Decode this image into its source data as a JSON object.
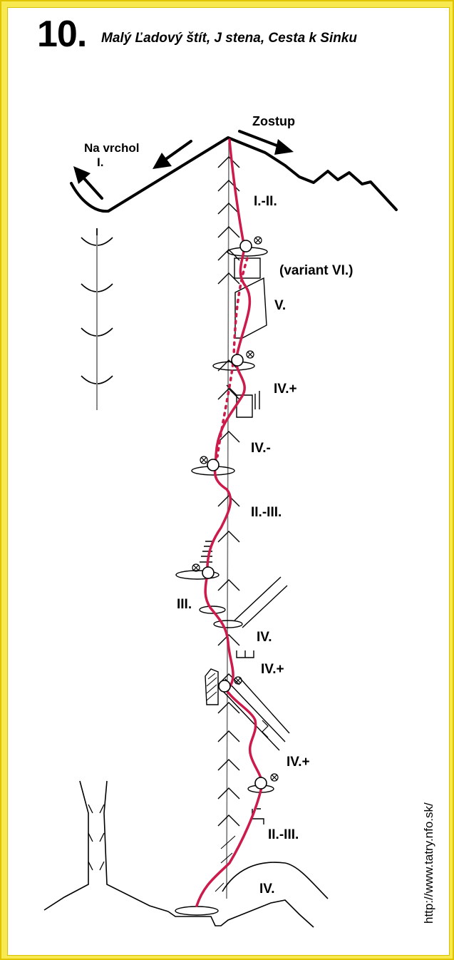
{
  "title": {
    "number": "10.",
    "text": "Malý Ľadový štít, J stena, Cesta k Sinku"
  },
  "labels": {
    "descent": "Zostup",
    "summit_line1": "Na vrchol",
    "summit_line2": "I.",
    "grades": [
      "I.-II.",
      "(variant VI.)",
      "V.",
      "IV.+",
      "IV.-",
      "II.-III.",
      "III.",
      "IV.",
      "IV.+",
      "IV.+",
      "II.-III.",
      "IV."
    ]
  },
  "source_url": "http://www.tatry.nfo.sk/",
  "colors": {
    "background": "#f7e94f",
    "route": "#cc1a4b",
    "lines": "#000000"
  }
}
